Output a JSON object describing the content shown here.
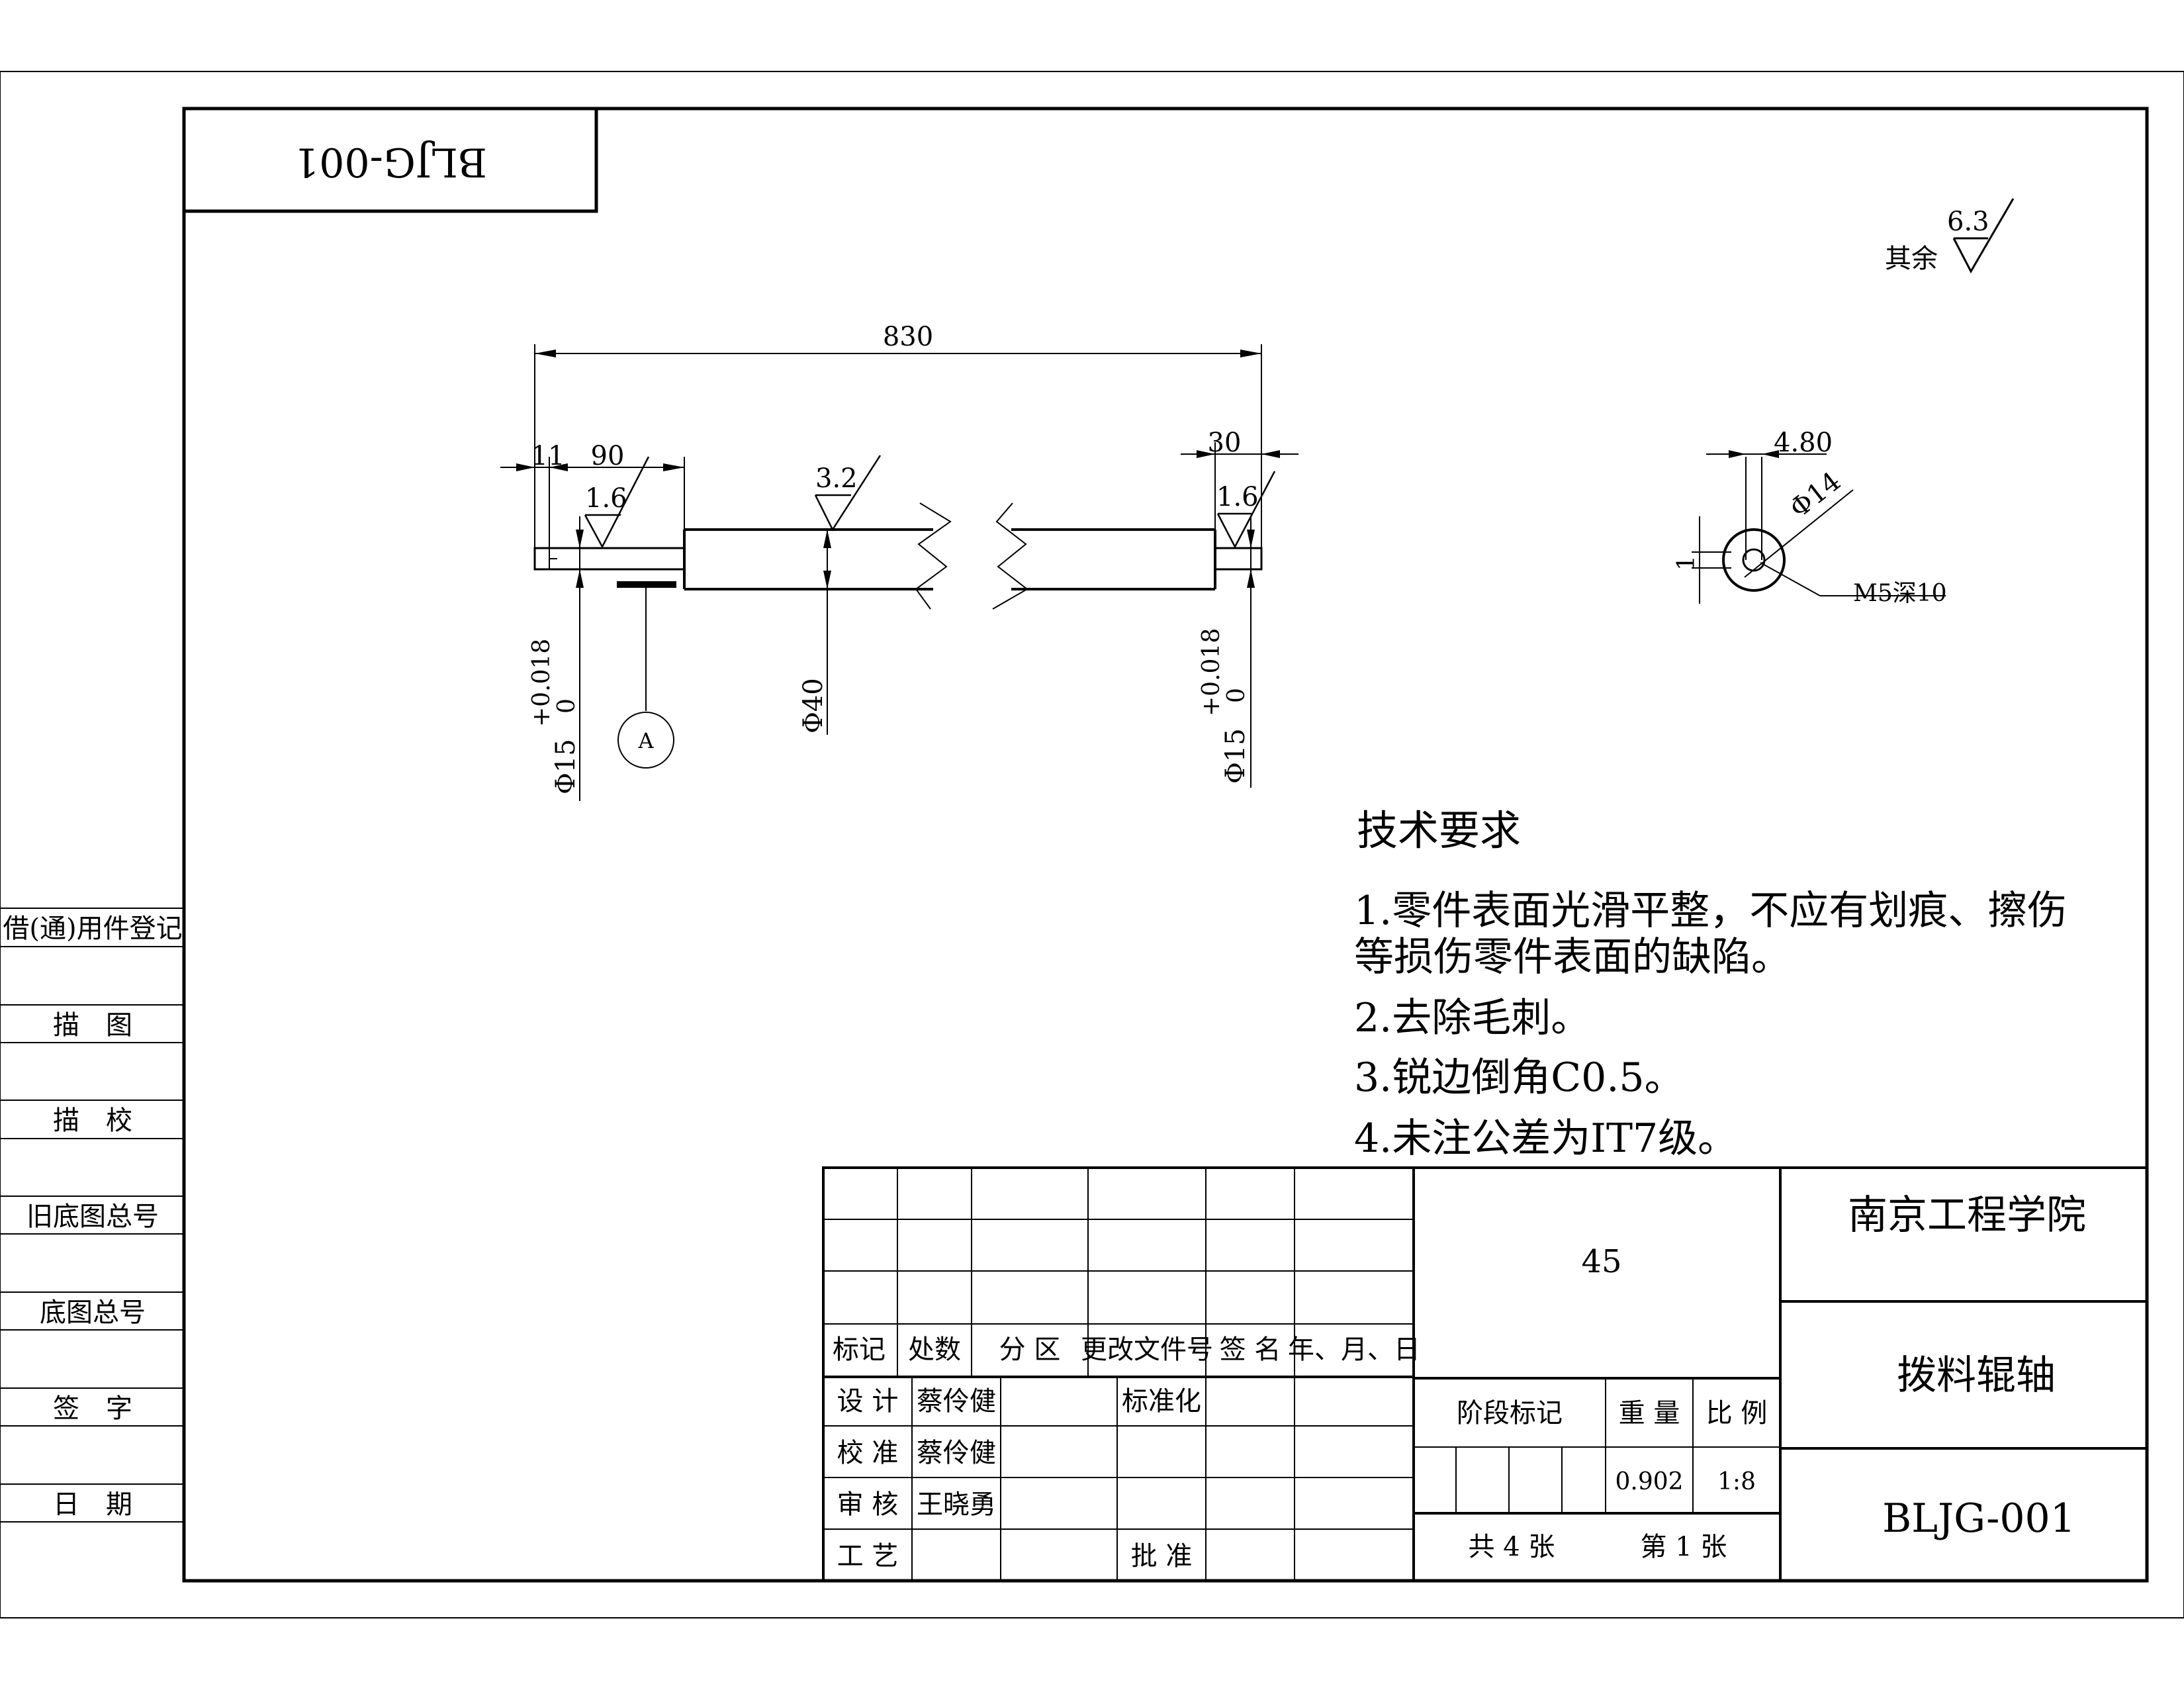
{
  "drawing_no_rotated": "BLJG-001",
  "drawing": {
    "overall_length": "830",
    "dim_11": "11",
    "dim_90": "90",
    "dim_30": "30",
    "roughness_left": "1.6",
    "roughness_mid": "3.2",
    "roughness_right": "1.6",
    "diameter_left": "Φ15",
    "tol_left_upper": "+0.018",
    "tol_left_lower": "0",
    "diameter_mid": "Φ40",
    "diameter_right": "Φ15",
    "tol_right_upper": "+0.018",
    "tol_right_lower": "0",
    "datum": "A",
    "end_view_width": "4.80",
    "end_view_diameter": "Φ14",
    "end_view_thread": "M5深10",
    "end_view_small": "1",
    "general_roughness_label": "其余",
    "general_roughness_value": "6.3"
  },
  "technical_requirements": {
    "title": "技术要求",
    "items": [
      "1.零件表面光滑平整，不应有划痕、擦伤",
      "等损伤零件表面的缺陷。",
      "2.去除毛刺。",
      "3.锐边倒角C0.5。",
      "4.未注公差为IT7级。"
    ]
  },
  "side_column": {
    "labels": [
      "借(通)用件登记",
      "描　图",
      "描　校",
      "旧底图总号",
      "底图总号",
      "签　字",
      "日　期"
    ]
  },
  "title_block": {
    "revision_headers": [
      "标记",
      "处数",
      "分 区",
      "更改文件号",
      "签 名",
      "年、月、日"
    ],
    "roles": {
      "design": "设 计",
      "design_name": "蔡伶健",
      "standardization": "标准化",
      "check": "校 准",
      "check_name": "蔡伶健",
      "review": "审 核",
      "review_name": "王晓勇",
      "process": "工 艺",
      "approve": "批 准"
    },
    "material": "45",
    "stage_mark": "阶段标记",
    "weight_label": "重 量",
    "scale_label": "比 例",
    "weight": "0.902",
    "scale": "1:8",
    "sheets_total": "共 4 张",
    "sheet_no": "第 1 张",
    "institution": "南京工程学院",
    "part_name": "拨料辊轴",
    "drawing_no": "BLJG-001"
  }
}
